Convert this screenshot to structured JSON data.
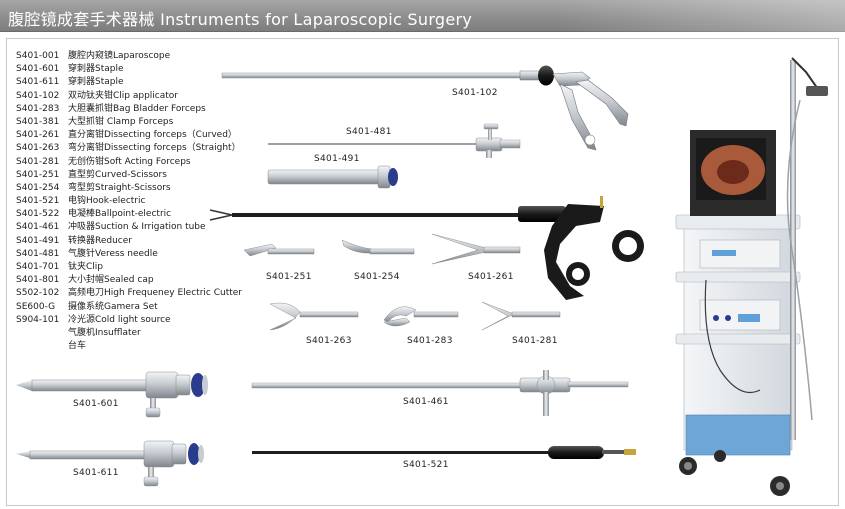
{
  "header": {
    "title": "腹腔镜成套手术器械 Instruments for Laparoscopic Surgery"
  },
  "list": [
    {
      "code": "S401-001",
      "name": "腹腔内窥镜Laparoscope"
    },
    {
      "code": "S401-601",
      "name": "穿刺器Staple"
    },
    {
      "code": "S401-611",
      "name": "穿刺器Staple"
    },
    {
      "code": "S401-102",
      "name": "双动钛夹钳Clip applicator"
    },
    {
      "code": "S401-283",
      "name": "大胆囊抓钳Bag  Bladder Forceps"
    },
    {
      "code": "S401-381",
      "name": "大型抓钳  Clamp Forceps"
    },
    {
      "code": "S401-261",
      "name": "直分离钳Dissecting forceps（Curved）"
    },
    {
      "code": "S401-263",
      "name": "弯分离钳Dissecting forceps（Straight）"
    },
    {
      "code": "S401-281",
      "name": "无创伤钳Soft Acting Forceps"
    },
    {
      "code": "S401-251",
      "name": "直型剪Curved-Scissors"
    },
    {
      "code": "S401-254",
      "name": "弯型剪Straight-Scissors"
    },
    {
      "code": "S401-521",
      "name": "电钩Hook-electric"
    },
    {
      "code": "S401-522",
      "name": "电凝棒Ballpoint-electric"
    },
    {
      "code": "S401-461",
      "name": "冲吸器Suction & Irrigation tube"
    },
    {
      "code": "S401-491",
      "name": "转换器Reducer"
    },
    {
      "code": "S401-481",
      "name": "气腹针Veress needle"
    },
    {
      "code": "S401-701",
      "name": "钛夹Clip"
    },
    {
      "code": "S401-801",
      "name": "大小封帽Sealed cap"
    },
    {
      "code": "S502-102",
      "name": "高频电刀High Frequeney Electric Cutter"
    },
    {
      "code": "SE600-G",
      "name": "摄像系统Gamera Set"
    },
    {
      "code": "S904-101",
      "name": "冷光源Cold light source"
    },
    {
      "code": "",
      "name": "气腹机Insufflater"
    },
    {
      "code": "",
      "name": "台车"
    }
  ],
  "labels": {
    "clip_applicator": "S401-102",
    "veress": "S401-481",
    "reducer": "S401-491",
    "scissors_251": "S401-251",
    "scissors_254": "S401-254",
    "dissect_261": "S401-261",
    "forceps_263": "S401-263",
    "forceps_283": "S401-283",
    "forceps_281": "S401-281",
    "trocar_601": "S401-601",
    "trocar_611": "S401-611",
    "suction_461": "S401-461",
    "electric_521": "S401-521"
  },
  "colors": {
    "header_bg": "#8c8c8c",
    "steel": "#b9bfc4",
    "dark": "#1e1e1e",
    "cap_blue": "#2a3c8c",
    "cart_blue": "#6fa6d8",
    "screen": "#a85a3a"
  }
}
